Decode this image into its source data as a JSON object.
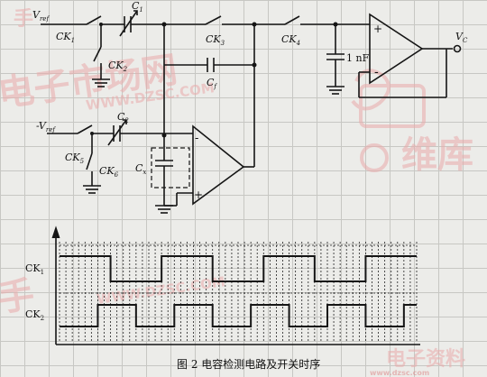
{
  "circuit": {
    "input_top": "V",
    "input_top_sub": "ref",
    "input_bottom": "-V",
    "input_bottom_sub": "ref",
    "ck1": "CK",
    "ck1_sub": "1",
    "ck2": "CK",
    "ck2_sub": "2",
    "ck3": "CK",
    "ck3_sub": "3",
    "ck4": "CK",
    "ck4_sub": "4",
    "ck5": "CK",
    "ck5_sub": "5",
    "ck6": "CK",
    "ck6_sub": "6",
    "c1": "C",
    "c1_sub": "1",
    "c2": "C",
    "c2_sub": "2",
    "cf": "C",
    "cf_sub": "f",
    "cx": "C",
    "cx_sub": "x",
    "cap_1nf": "1 nF",
    "output": "V",
    "output_sub": "C",
    "plus": "+",
    "minus": "-"
  },
  "timing": {
    "ck1_label": "CK",
    "ck1_sub": "1",
    "ck2_label": "CK",
    "ck2_sub": "2",
    "ck1_levels": [
      1,
      1,
      1,
      1,
      1,
      1,
      1,
      1,
      0,
      0,
      0,
      0,
      0,
      0,
      0,
      0,
      1,
      1,
      1,
      1,
      1,
      1,
      1,
      1,
      0,
      0,
      0,
      0,
      0,
      0,
      0,
      0,
      1,
      1,
      1,
      1,
      1,
      1,
      1,
      1,
      0,
      0,
      0,
      0,
      0,
      0,
      0,
      0,
      1,
      1,
      1,
      1,
      1,
      1,
      1,
      1
    ],
    "ck2_levels": [
      0,
      0,
      0,
      0,
      0,
      0,
      1,
      1,
      1,
      1,
      1,
      1,
      0,
      0,
      0,
      0,
      0,
      0,
      1,
      1,
      1,
      1,
      1,
      1,
      0,
      0,
      0,
      0,
      0,
      0,
      1,
      1,
      1,
      1,
      1,
      1,
      0,
      0,
      0,
      0,
      0,
      0,
      1,
      1,
      1,
      1,
      1,
      1,
      0,
      0,
      0,
      0,
      0,
      0,
      1,
      1
    ]
  },
  "caption": "图 2  电容检测电路及开关时序",
  "watermarks": {
    "top": "电子市场网",
    "middle": "WWW.DZSC.COM",
    "right": "维库",
    "bottom_right": "电子资料",
    "url": "www.dzsc.com"
  },
  "colors": {
    "line": "#151515",
    "watermark": "#e9a3a3",
    "grid": "#c7c7c3"
  }
}
